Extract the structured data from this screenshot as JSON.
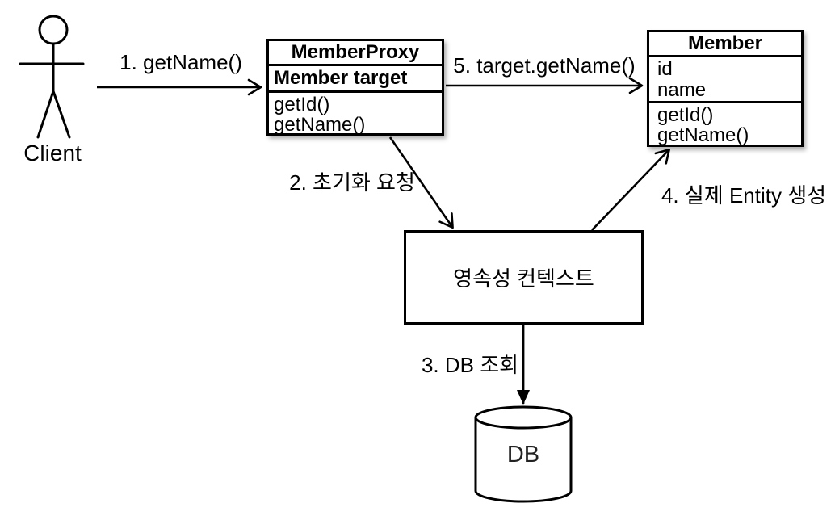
{
  "diagram": {
    "background": "#ffffff",
    "stroke_color": "#000000",
    "actor": {
      "label": "Client"
    },
    "classes": {
      "proxy": {
        "title": "MemberProxy",
        "fields": [
          "Member target"
        ],
        "methods": [
          "getId()",
          "getName()"
        ]
      },
      "member": {
        "title": "Member",
        "fields": [
          "id",
          "name"
        ],
        "methods": [
          "getId()",
          "getName()"
        ]
      }
    },
    "persistence_context": {
      "label": "영속성 컨텍스트"
    },
    "database": {
      "label": "DB"
    },
    "edges": [
      {
        "label": "1. getName()",
        "from": "client",
        "to": "member-proxy"
      },
      {
        "label": "2. 초기화 요청",
        "from": "member-proxy",
        "to": "persistence-context"
      },
      {
        "label": "3. DB 조회",
        "from": "persistence-context",
        "to": "db"
      },
      {
        "label": "4. 실제 Entity 생성",
        "from": "persistence-context",
        "to": "member"
      },
      {
        "label": "5. target.getName()",
        "from": "member-proxy",
        "to": "member"
      }
    ]
  }
}
